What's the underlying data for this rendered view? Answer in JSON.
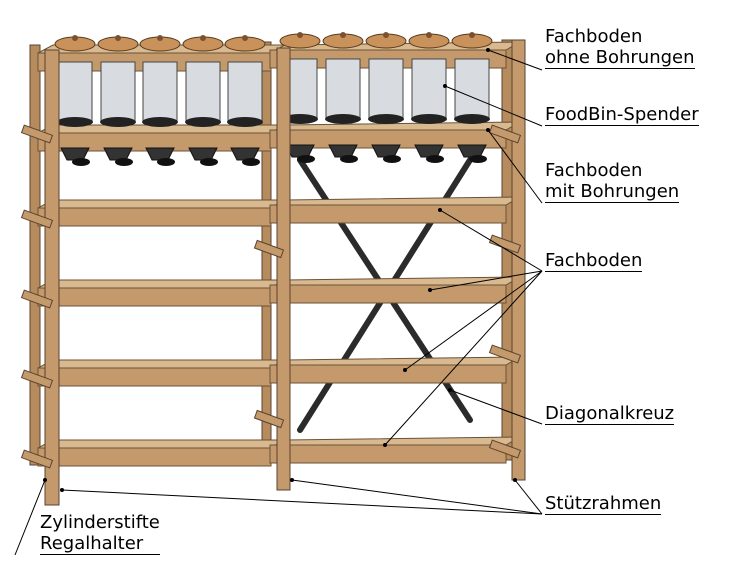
{
  "labels": {
    "fachboden_ohne": {
      "line1": "Fachboden",
      "line2": "ohne Bohrungen"
    },
    "foodbin": {
      "line1": "FoodBin-Spender"
    },
    "fachboden_mit": {
      "line1": "Fachboden",
      "line2": "mit Bohrungen"
    },
    "fachboden": {
      "line1": "Fachboden"
    },
    "diagonalkreuz": {
      "line1": "Diagonalkreuz"
    },
    "stuetzrahmen": {
      "line1": "Stützrahmen"
    },
    "zylinder": {
      "line1": "Zylinderstifte",
      "line2": "Regalhalter"
    }
  },
  "colors": {
    "wood": "#c49a6c",
    "wood_dark": "#8b6a44",
    "shelf": "#d9b98f",
    "bin": "#d8dbe0",
    "lid": "#c8925a",
    "line": "#000000"
  },
  "counts": {
    "bins_per_bay": 5,
    "bays": 2,
    "shelves": 6
  }
}
